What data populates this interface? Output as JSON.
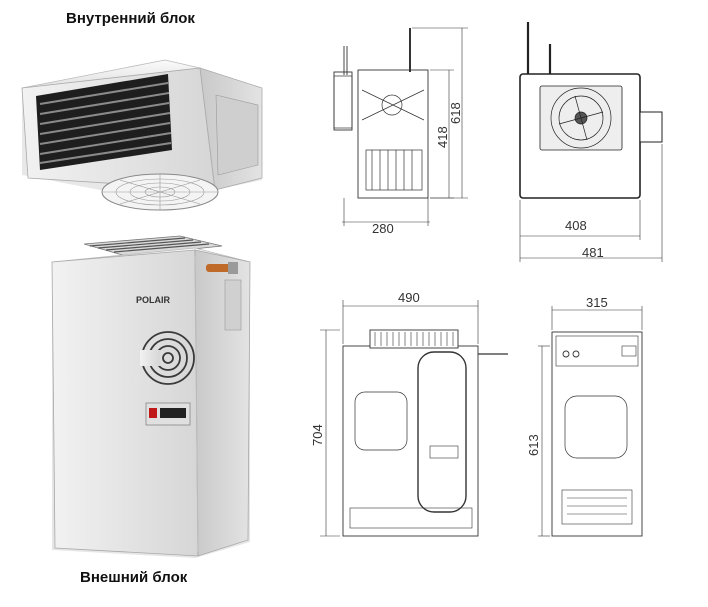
{
  "labels": {
    "indoor_unit": "Внутренний блок",
    "outdoor_unit": "Внешний блок"
  },
  "brand": "POLAIR",
  "dimensions": {
    "indoor_side_depth": "280",
    "indoor_side_height": "418",
    "indoor_total_height": "618",
    "indoor_front_width": "408",
    "indoor_total_width": "481",
    "outdoor_front_width": "490",
    "outdoor_front_height": "704",
    "outdoor_side_depth": "315",
    "outdoor_side_height": "613"
  }
}
